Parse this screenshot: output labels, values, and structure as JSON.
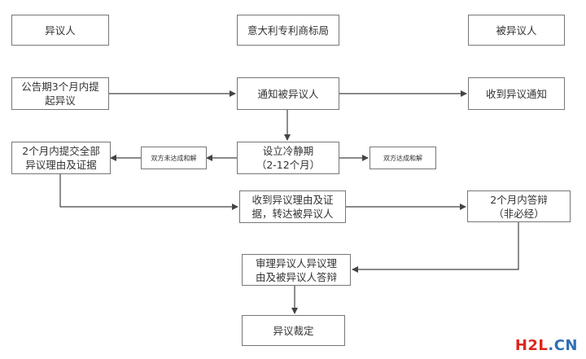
{
  "columns": {
    "left_header": "异议人",
    "center_header": "意大利专利商标局",
    "right_header": "被异议人"
  },
  "steps": {
    "file_opposition": "公告期3个月内提\n起异议",
    "notify_opposed": "通知被异议人",
    "receive_notice": "收到异议通知",
    "submit_grounds": "2个月内提交全部\n异议理由及证据",
    "no_settlement": "双方未达成和解",
    "cooling_off": "设立冷静期\n（2-12个月）",
    "settlement": "双方达成和解",
    "receive_grounds": "收到异议理由及证\n据，转达被异议人",
    "reply": "2个月内答辩\n（非必经）",
    "examine": "审理异议人异议理\n由及被异议人答辩",
    "decision": "异议裁定"
  },
  "watermark": {
    "brand": "H2L",
    "domain": ".CN"
  },
  "colors": {
    "border": "#777777",
    "arrow": "#444444",
    "watermark_red": "#e0251b",
    "watermark_blue": "#2f6fb5"
  }
}
